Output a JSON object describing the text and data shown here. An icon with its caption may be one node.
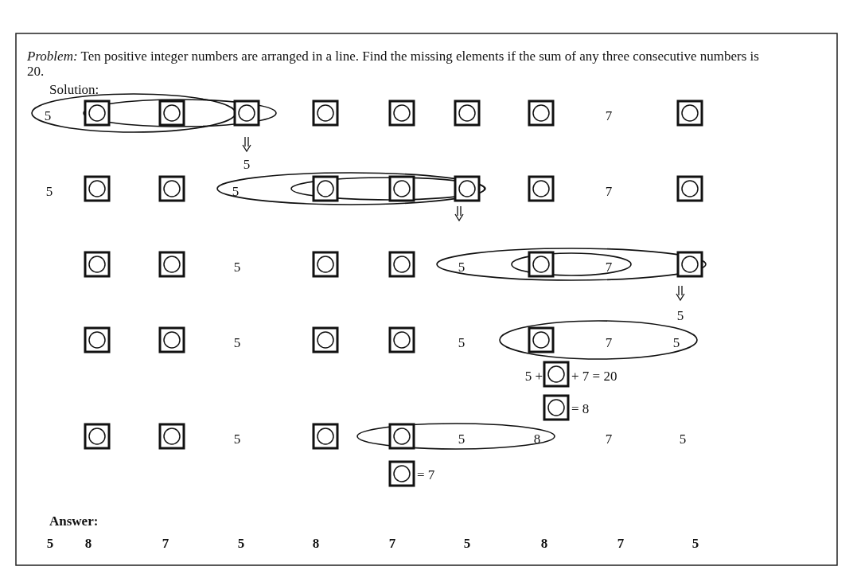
{
  "diagram": {
    "labels": [
      "*Problem:* Ten positive integer numbers are arranged in a line. Find the missing elements if the sum of any three consecutive numbers is 20.",
      "Solution:",
      "5",
      "7",
      "5",
      "5",
      "5",
      "7",
      "5",
      "5",
      "7",
      "5",
      "5",
      "5",
      "7",
      "5",
      "5 +",
      "+ 7 = 20",
      "= 8",
      "5",
      "5",
      "8",
      "7",
      "5",
      "= 7",
      "Answer:",
      "5",
      "8",
      "7",
      "5",
      "8",
      "7",
      "5",
      "8",
      "7",
      "5"
    ]
  }
}
